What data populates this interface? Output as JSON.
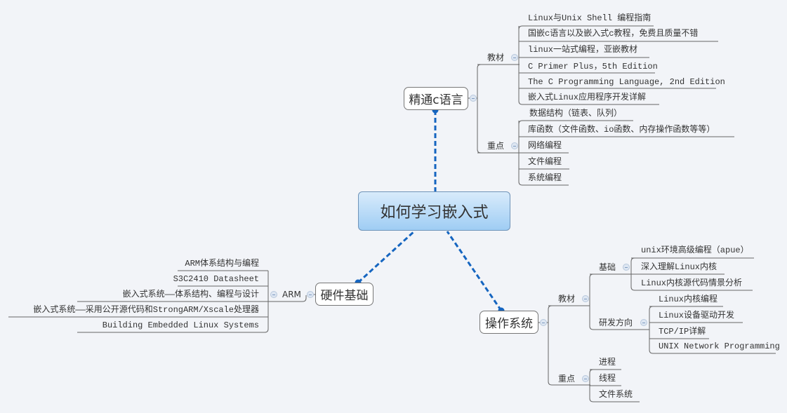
{
  "central": "如何学习嵌入式",
  "c_lang": {
    "title": "精通c语言",
    "textbooks": {
      "label": "教材",
      "items": [
        "Linux与Unix Shell 编程指南",
        "国嵌c语言以及嵌入式c教程，免费且质量不错",
        "linux一站式编程，亚嵌教材",
        "C Primer Plus，5th Edition",
        "The C Programming Language, 2nd Edition",
        "嵌入式Linux应用程序开发详解"
      ]
    },
    "focus": {
      "label": "重点",
      "items": [
        "数据结构（链表、队列）",
        "库函数（文件函数、io函数、内存操作函数等等）",
        "网络编程",
        "文件编程",
        "系统编程"
      ]
    }
  },
  "hardware": {
    "title": "硬件基础",
    "arm": {
      "label": "ARM",
      "items": [
        "ARM体系结构与编程",
        "S3C2410 Datasheet",
        "嵌入式系统——体系结构、编程与设计",
        "嵌入式系统——采用公开源代码和StrongARM/Xscale处理器",
        "Building Embedded Linux Systems"
      ]
    }
  },
  "os": {
    "title": "操作系统",
    "textbooks": {
      "label": "教材",
      "basics": {
        "label": "基础",
        "items": [
          "unix环境高级编程（apue）",
          "深入理解Linux内核",
          "Linux内核源代码情景分析"
        ]
      },
      "rd": {
        "label": "研发方向",
        "items": [
          "Linux内核编程",
          "Linux设备驱动开发",
          "TCP/IP详解",
          "UNIX Network Programming"
        ]
      }
    },
    "focus": {
      "label": "重点",
      "items": [
        "进程",
        "线程",
        "文件系统"
      ]
    }
  },
  "colors": {
    "connector": "#1565c0",
    "line": "#666666",
    "background": "#f2f4f8"
  }
}
